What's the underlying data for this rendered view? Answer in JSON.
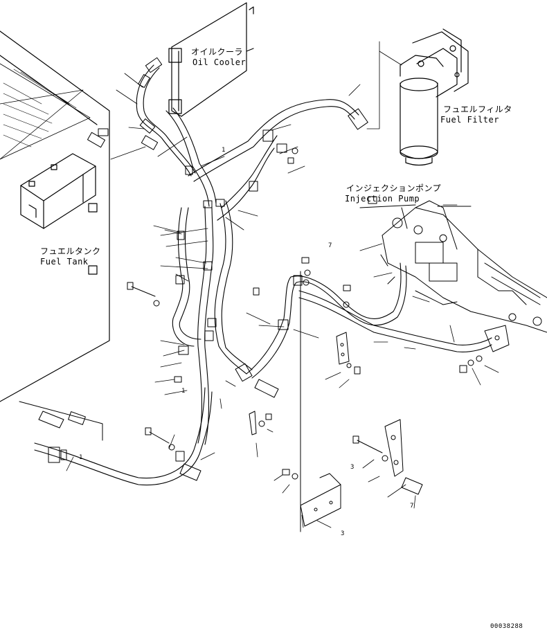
{
  "labels": {
    "oil_cooler_jp": "オイルクーラ",
    "oil_cooler_en": "Oil Cooler",
    "fuel_filter_jp": "フュエルフィルタ",
    "fuel_filter_en": "Fuel Filter",
    "injection_pump_jp": "インジェクションポンプ",
    "injection_pump_en": "Injection Pump",
    "fuel_tank_jp": "フュエルタンク",
    "fuel_tank_en": "Fuel Tank"
  },
  "part_numbers": [
    "1",
    "1",
    "1",
    "3",
    "3",
    "7",
    "7"
  ],
  "drawing_code": "00038288",
  "colors": {
    "line": "#000000",
    "background": "#ffffff"
  }
}
